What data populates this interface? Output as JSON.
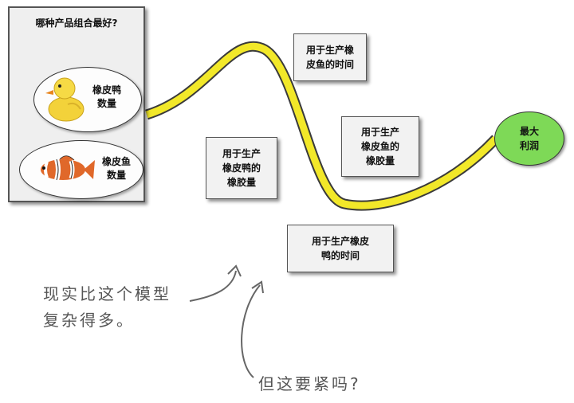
{
  "panel": {
    "title": "哪种产品组合最好?",
    "duck_label": "橡皮鸭\n数量",
    "fish_label": "橡皮鱼\n数量"
  },
  "boxes": {
    "fish_time": "用于生产橡\n皮鱼的时间",
    "duck_rubber": "用于生产\n橡皮鸭的\n橡胶量",
    "fish_rubber": "用于生产\n橡皮鱼的\n橡胶量",
    "duck_time": "用于生产橡皮\n鸭的时间"
  },
  "goal": {
    "label": "最大\n利润"
  },
  "notes": {
    "reality_line1": "现实比这个模型",
    "reality_line2": "复杂得多。",
    "matter": "但这要紧吗?"
  },
  "colors": {
    "curve_fill": "#f2e829",
    "goal_fill": "#7ed957",
    "box_fill": "#f2f2f2",
    "panel_fill": "#efefef"
  }
}
